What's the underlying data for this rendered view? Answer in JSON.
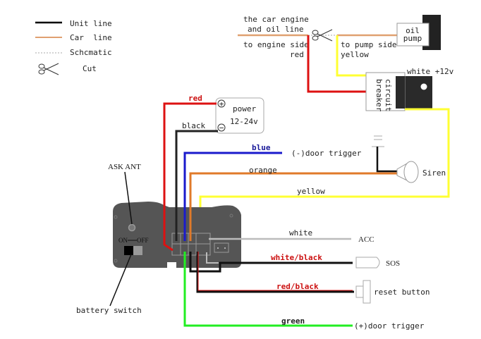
{
  "legend": {
    "items": [
      {
        "label": "Unit line",
        "style": "solid",
        "color": "#000000"
      },
      {
        "label": "Car  line",
        "style": "solid",
        "color": "#e0a070"
      },
      {
        "label": "Schcmatic",
        "style": "dotted",
        "color": "#aaaaaa"
      },
      {
        "label": "Cut",
        "style": "scissors",
        "color": "#333333"
      }
    ]
  },
  "oil_line": {
    "title_line1": "the car engine",
    "title_line2": "and oil line",
    "engine_side": "to engine side",
    "engine_side_wire": "red",
    "pump_side": "to pump side",
    "pump_side_wire": "yellow",
    "pump_label_line1": "oil",
    "pump_label_line2": "pump",
    "cut_icon": "scissors"
  },
  "circuit_breaker": {
    "label_line1": "circuit",
    "label_line2": "breaker",
    "supply_label": "white +12v"
  },
  "power": {
    "label_line1": "power",
    "label_line2": "12-24v",
    "plus": "+",
    "minus": "−",
    "red_wire": "red",
    "black_wire": "black"
  },
  "unit": {
    "antenna_label": "ASK ANT",
    "switch_on": "ON",
    "switch_off": "OFF",
    "battery_switch_label": "battery switch"
  },
  "wires": [
    {
      "name": "blue",
      "color": "#1a1acc",
      "label_color": "#1a1a99",
      "target": "(-)door trigger"
    },
    {
      "name": "orange",
      "color": "#e07a2a",
      "label_color": "#d07030",
      "target": "Siren"
    },
    {
      "name": "yellow",
      "color": "#ffff33",
      "label_color": "#e8e830",
      "target": "circuit breaker"
    },
    {
      "name": "white",
      "color": "#bbbbbb",
      "label_color": "#888888",
      "target": "ACC"
    },
    {
      "name": "white/black",
      "color": "#000000",
      "label_color": "#cc1111",
      "target": "SOS"
    },
    {
      "name": "red/black",
      "color": "#000000",
      "label_color": "#cc1111",
      "target": "reset button"
    },
    {
      "name": "green",
      "color": "#22ee22",
      "label_color": "#33dd33",
      "target": "(+)door trigger"
    }
  ],
  "colors": {
    "red": "#dd1111",
    "black": "#111111",
    "unit_body": "#555555",
    "breaker_block": "#2a2a2a"
  }
}
